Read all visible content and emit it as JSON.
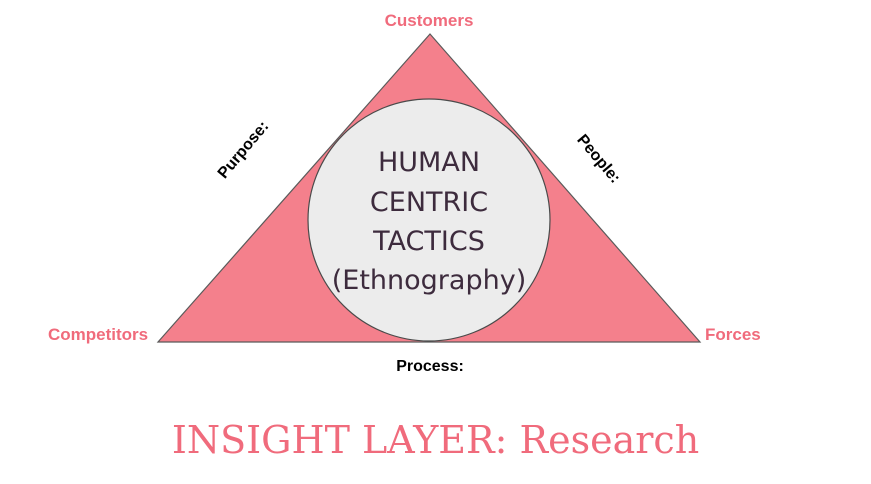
{
  "colors": {
    "triangle_fill": "#f4808c",
    "triangle_stroke": "#5a5a5a",
    "circle_fill": "#ececec",
    "circle_stroke": "#4a4a4a",
    "accent": "#f06b7c",
    "center_text": "#3d2b3d"
  },
  "vertices": {
    "top": "Customers",
    "left": "Competitors",
    "right": "Forces"
  },
  "sides": {
    "left": "Purpose:",
    "right": "People:",
    "bottom": "Process:"
  },
  "center": {
    "line1": "HUMAN",
    "line2": "CENTRIC",
    "line3": "TACTICS",
    "line4": "(Ethnography)"
  },
  "footer": {
    "title": "INSIGHT LAYER: Research"
  }
}
